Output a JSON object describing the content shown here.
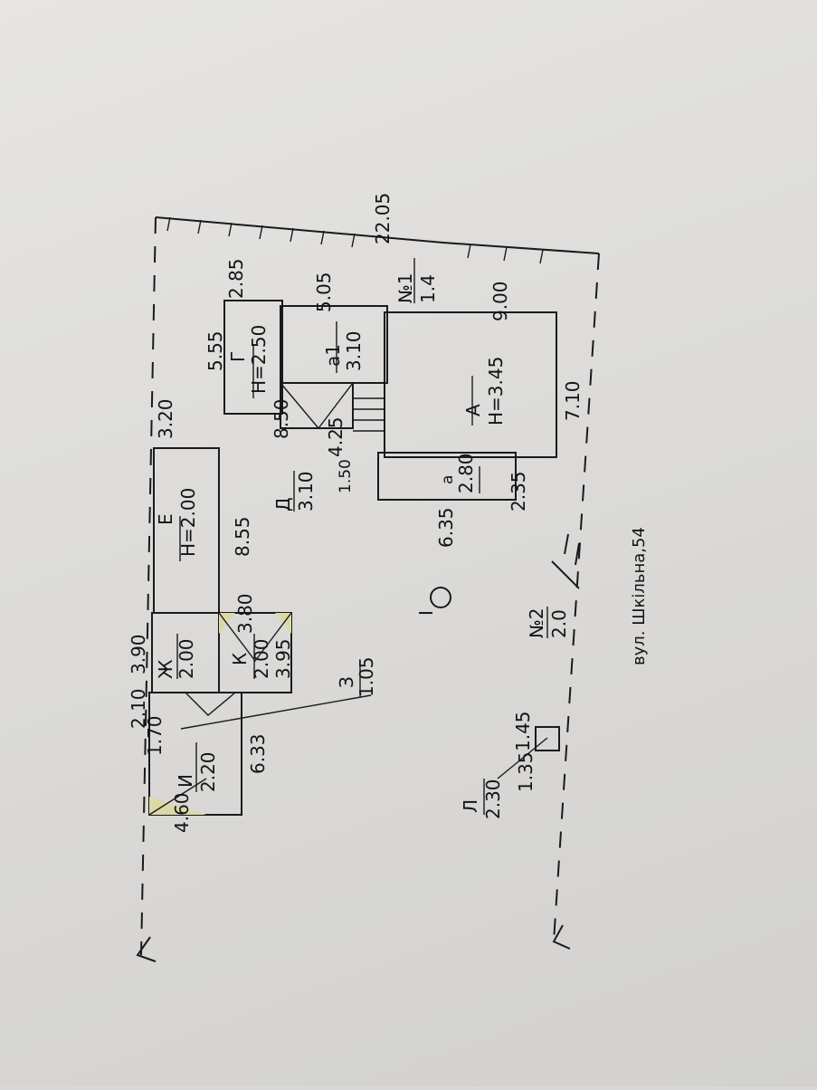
{
  "street": "вул. Шкільна,54",
  "plot": {
    "mark": "I",
    "top_length": "22.05"
  },
  "buildings": {
    "A": {
      "letter": "А",
      "height": "Н=3.45",
      "dim_top": "9.00",
      "dim_bottom": "7.10"
    },
    "a": {
      "letter": "а",
      "value": "2.80",
      "dim": "2.35"
    },
    "a1": {
      "letter": "а1",
      "value": "3.10",
      "dim": "5.05"
    },
    "G": {
      "letter": "Г",
      "height": "Н=2.50",
      "dim_top": "2.85",
      "dim_side": "5.55"
    },
    "D": {
      "letter": "Д",
      "value": "3.10",
      "dim1": "8.50",
      "dim2": "4.25",
      "dim3": "1.50",
      "dim4": "6.35"
    },
    "E": {
      "letter": "Е",
      "height": "Н=2.00",
      "dim_top": "3.20",
      "dim_side": "8.55"
    },
    "Zh": {
      "letter": "Ж",
      "value": "2.00",
      "dim": "3.90"
    },
    "K": {
      "letter": "К",
      "value": "2.00",
      "dim_top": "3.80",
      "dim_side": "3.95"
    },
    "I": {
      "letter": "И",
      "value": "2.20",
      "dim_top": "1.70",
      "dim_side": "6.33",
      "dim_bottom": "4.60",
      "dim_left": "2.10"
    },
    "Z": {
      "letter": "З",
      "value": "1.05"
    },
    "L": {
      "letter": "Л",
      "value": "2.30",
      "dim1": "1.35",
      "dim2": "1.45"
    }
  },
  "wells": [
    {
      "label": "№1",
      "value": "1.4"
    },
    {
      "label": "№2",
      "value": "2.0"
    }
  ]
}
